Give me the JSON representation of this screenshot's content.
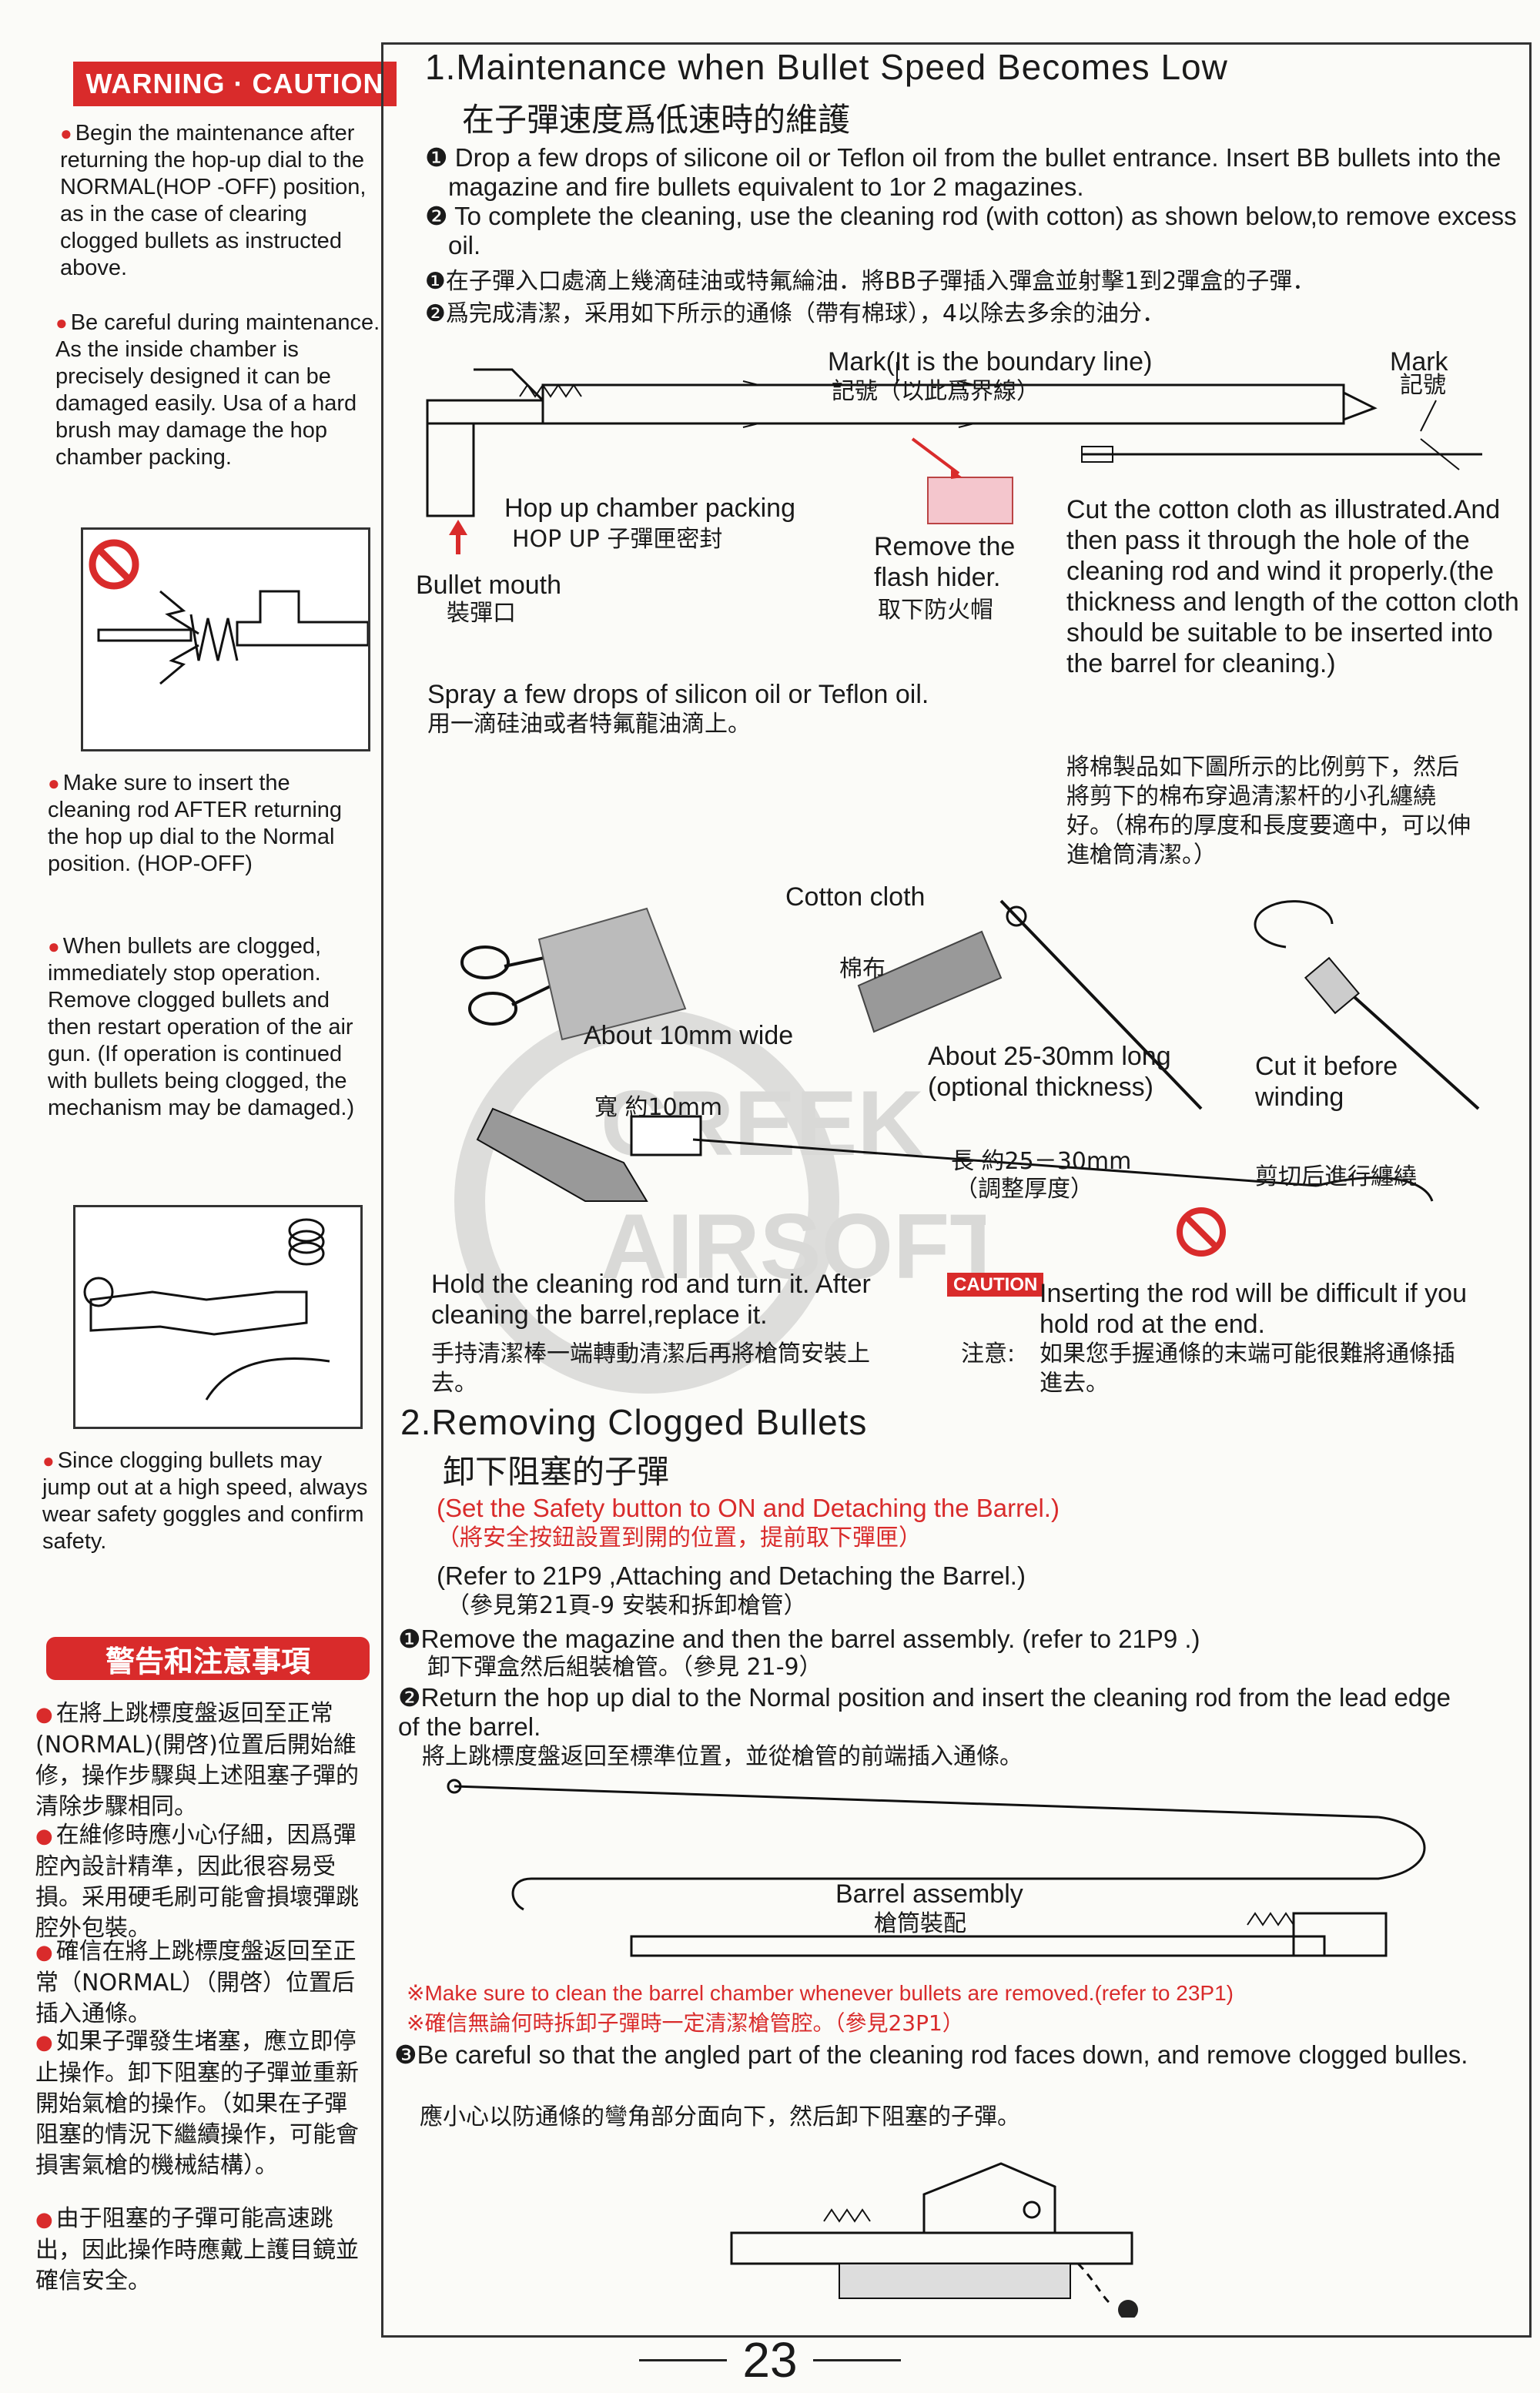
{
  "sidebar": {
    "warning_header": "WARNING · CAUTION",
    "items_en": [
      "Begin the maintenance after returning the hop-up dial to the NORMAL(HOP -OFF) position, as in the case of clearing clogged bullets as instructed above.",
      "Be careful during maintenance. As the inside chamber is precisely designed it can be damaged easily. Usa of a hard brush may damage the hop chamber packing.",
      "Make sure to insert the cleaning rod AFTER returning the hop up dial to the Normal position. (HOP-OFF)",
      "When bullets are clogged, immediately stop operation. Remove clogged bullets and then restart operation of the air gun. (If operation is continued with bullets being clogged, the mechanism may be damaged.)",
      "Since clogging bullets may jump out at a high speed, always wear safety goggles and confirm safety."
    ],
    "cn_header": "警告和注意事項",
    "items_cn": [
      "在將上跳標度盤返回至正常(NORMAL)(開啓)位置后開始維修，操作步驟與上述阻塞子彈的清除步驟相同。",
      "在維修時應小心仔細，因爲彈腔內設計精準，因此很容易受損。采用硬毛刷可能會損壞彈跳腔外包裝。",
      "確信在將上跳標度盤返回至正常（NORMAL）（開啓）位置后插入通條。",
      "如果子彈發生堵塞，應立即停止操作。卸下阻塞的子彈並重新開始氣槍的操作。（如果在子彈阻塞的情況下繼續操作，可能會損害氣槍的機械結構）。",
      "由于阻塞的子彈可能高速跳出，因此操作時應戴上護目鏡並確信安全。"
    ]
  },
  "section1": {
    "title": "1.Maintenance when Bullet Speed Becomes  Low",
    "title_cn": "在子彈速度爲低速時的維護",
    "step1": "Drop a few drops of silicone oil or Teflon oil from the bullet entrance. Insert BB bullets into the magazine and fire bullets equivalent to 1or 2 magazines.",
    "step2": "To complete the cleaning, use the cleaning rod (with cotton) as shown below,to remove excess oil.",
    "step1_cn": "在子彈入口處滴上幾滴硅油或特氟綸油．將BB子彈插入彈盒並射擊1到2彈盒的子彈．",
    "step2_cn": "爲完成清潔，采用如下所示的通條（帶有棉球），4以除去多余的油分．",
    "mark_label": "Mark(It is the boundary line)",
    "mark_label_cn": "記號（以此爲界線）",
    "mark_right": "Mark",
    "mark_right_cn": "記號",
    "hopup_packing": "Hop up chamber packing",
    "hopup_packing_cn": "HOP UP  子彈匣密封",
    "bullet_mouth": "Bullet mouth",
    "bullet_mouth_cn": "裝彈口",
    "remove_flash": "Remove the flash hider.",
    "remove_flash_cn": "取下防火帽",
    "spray": "Spray a few drops of silicon oil or Teflon oil.",
    "spray_cn": "用一滴硅油或者特氟龍油滴上。",
    "cut_cloth": "Cut the cotton cloth as illustrated.And then pass it through the hole of the cleaning rod and wind it properly.(the thickness and length of the cotton cloth should be suitable to be inserted into the barrel for cleaning.)",
    "cut_cloth_cn": "將棉製品如下圖所示的比例剪下，然后將剪下的棉布穿過清潔杆的小孔纏繞好。（棉布的厚度和長度要適中，可以伸進槍筒清潔。）",
    "cotton_cloth": "Cotton cloth",
    "cotton_cloth_cn": "棉布",
    "wide": "About 10mm wide",
    "wide_cn": "寬 約10mm",
    "long": "About 25-30mm long (optional thickness)",
    "long_cn": "長 約25－30mm",
    "long_cn2": "（調整厚度）",
    "cut_before": "Cut it before winding",
    "cut_before_cn": "剪切后進行纏繞",
    "hold_rod": "Hold the cleaning rod and turn it. After cleaning the barrel,replace it.",
    "hold_rod_cn": "手持清潔棒一端轉動清潔后再將槍筒安裝上去。",
    "caution_badge": "CAUTION",
    "caution_text": "Inserting the rod will be difficult if you hold rod at the end.",
    "caution_cn_label": "注意:",
    "caution_cn": "如果您手握通條的末端可能很難將通條插進去。"
  },
  "section2": {
    "title": "2.Removing Clogged Bullets",
    "title_cn": "卸下阻塞的子彈",
    "note_red": "(Set the Safety button to ON and Detaching the Barrel.)",
    "note_red_cn": "（將安全按鈕設置到開的位置，提前取下彈匣）",
    "refer": "(Refer to 21P9  ,Attaching and Detaching the Barrel.)",
    "refer_cn": "（參見第21頁-9 安裝和拆卸槍管）",
    "step1": "Remove the magazine and then the barrel assembly. (refer to 21P9  .)",
    "step1_cn": "卸下彈盒然后組裝槍管。（參見 21-9）",
    "step2": "Return the hop up dial to the Normal position and insert the cleaning rod from the lead edge of the barrel.",
    "step2_cn": "將上跳標度盤返回至標準位置，並從槍管的前端插入通條。",
    "barrel_assembly": "Barrel assembly",
    "barrel_assembly_cn": "槍筒裝配",
    "make_sure": "※Make sure to clean the barrel chamber whenever bullets are removed.(refer to 23P1)",
    "make_sure_cn": "※確信無論何時拆卸子彈時一定清潔槍管腔。（參見23P1）",
    "step3": "Be careful so that the angled part of the cleaning rod faces down, and remove clogged bulles.",
    "step3_cn": "應小心以防通條的彎角部分面向下，然后卸下阻塞的子彈。"
  },
  "page_number": "23",
  "colors": {
    "accent_red": "#d92b2b",
    "ink": "#1a1a1a"
  }
}
